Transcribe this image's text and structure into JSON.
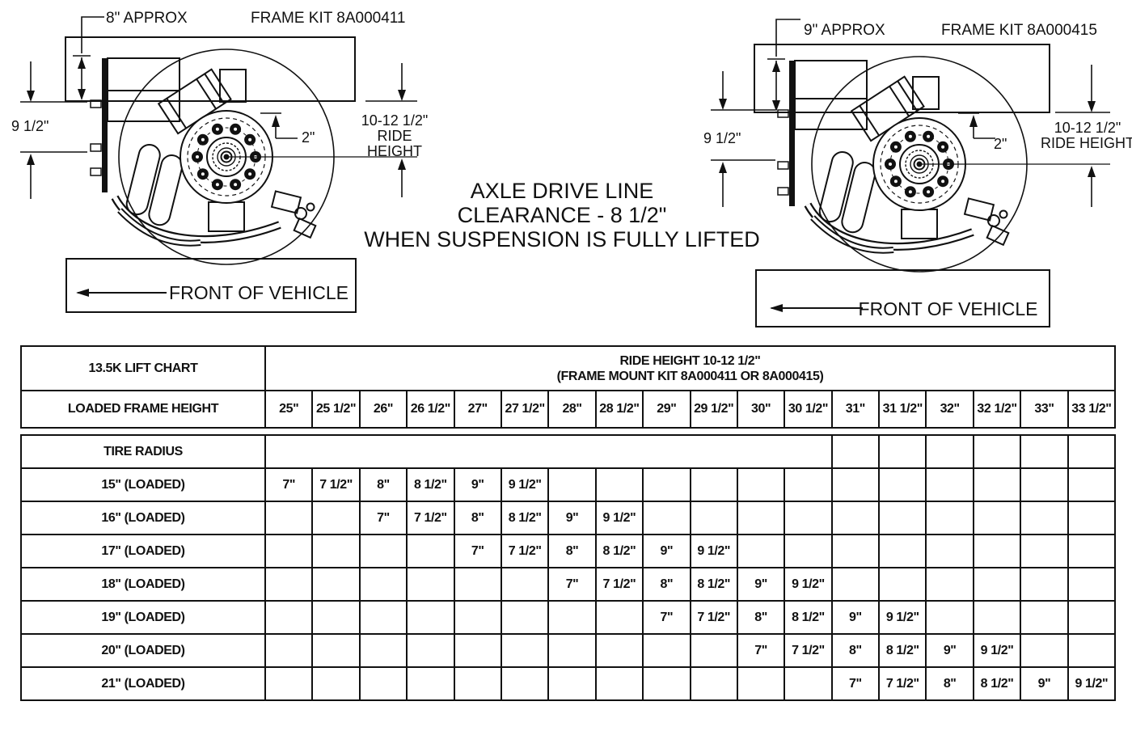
{
  "note": {
    "line1": "AXLE DRIVE LINE",
    "line2": "CLEARANCE - 8 1/2\"",
    "line3": "WHEN SUSPENSION IS FULLY LIFTED"
  },
  "left_drawing": {
    "approx": "8\" APPROX",
    "frame_kit": "FRAME KIT 8A000411",
    "drop": "9 1/2\"",
    "offset": "2\"",
    "ride_height_1": "10-12 1/2\"",
    "ride_height_2": "RIDE HEIGHT",
    "front": "FRONT OF VEHICLE"
  },
  "right_drawing": {
    "approx": "9\" APPROX",
    "frame_kit": "FRAME KIT 8A000415",
    "drop": "9 1/2\"",
    "offset": "2\"",
    "ride_height_1": "10-12 1/2\"",
    "ride_height_2": "RIDE HEIGHT",
    "front": "FRONT OF VEHICLE"
  },
  "table": {
    "title": "13.5K LIFT CHART",
    "header_line1": "RIDE HEIGHT 10-12 1/2\"",
    "header_line2": "(FRAME MOUNT KIT 8A000411 OR 8A000415)",
    "loaded_label": "LOADED FRAME HEIGHT",
    "frame_heights": [
      "25\"",
      "25 1/2\"",
      "26\"",
      "26 1/2\"",
      "27\"",
      "27 1/2\"",
      "28\"",
      "28 1/2\"",
      "29\"",
      "29 1/2\"",
      "30\"",
      "30 1/2\"",
      "31\"",
      "31 1/2\"",
      "32\"",
      "32 1/2\"",
      "33\"",
      "33 1/2\""
    ],
    "tire_radius_label": "TIRE RADIUS",
    "rows": [
      {
        "label": "15\" (LOADED)",
        "cells": [
          "7\"",
          "7 1/2\"",
          "8\"",
          "8 1/2\"",
          "9\"",
          "9 1/2\"",
          "",
          "",
          "",
          "",
          "",
          "",
          "",
          "",
          "",
          "",
          "",
          ""
        ]
      },
      {
        "label": "16\" (LOADED)",
        "cells": [
          "",
          "",
          "7\"",
          "7 1/2\"",
          "8\"",
          "8 1/2\"",
          "9\"",
          "9 1/2\"",
          "",
          "",
          "",
          "",
          "",
          "",
          "",
          "",
          "",
          ""
        ]
      },
      {
        "label": "17\" (LOADED)",
        "cells": [
          "",
          "",
          "",
          "",
          "7\"",
          "7 1/2\"",
          "8\"",
          "8 1/2\"",
          "9\"",
          "9 1/2\"",
          "",
          "",
          "",
          "",
          "",
          "",
          "",
          ""
        ]
      },
      {
        "label": "18\" (LOADED)",
        "cells": [
          "",
          "",
          "",
          "",
          "",
          "",
          "7\"",
          "7 1/2\"",
          "8\"",
          "8 1/2\"",
          "9\"",
          "9 1/2\"",
          "",
          "",
          "",
          "",
          "",
          ""
        ]
      },
      {
        "label": "19\" (LOADED)",
        "cells": [
          "",
          "",
          "",
          "",
          "",
          "",
          "",
          "",
          "7\"",
          "7 1/2\"",
          "8\"",
          "8 1/2\"",
          "9\"",
          "9 1/2\"",
          "",
          "",
          "",
          ""
        ]
      },
      {
        "label": "20\" (LOADED)",
        "cells": [
          "",
          "",
          "",
          "",
          "",
          "",
          "",
          "",
          "",
          "",
          "7\"",
          "7 1/2\"",
          "8\"",
          "8 1/2\"",
          "9\"",
          "9 1/2\"",
          "",
          ""
        ]
      },
      {
        "label": "21\" (LOADED)",
        "cells": [
          "",
          "",
          "",
          "",
          "",
          "",
          "",
          "",
          "",
          "",
          "",
          "",
          "7\"",
          "7 1/2\"",
          "8\"",
          "8 1/2\"",
          "9\"",
          "9 1/2\""
        ]
      }
    ]
  }
}
